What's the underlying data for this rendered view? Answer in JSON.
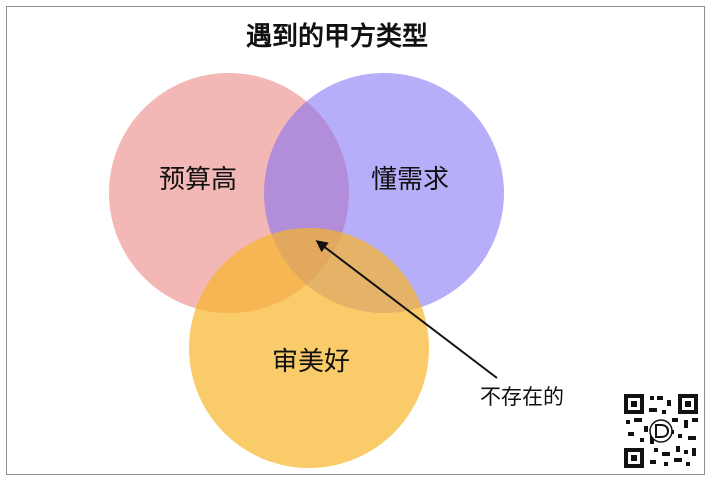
{
  "title": "遇到的甲方类型",
  "sets": [
    {
      "label": "预算高",
      "color": "#ea7c78"
    },
    {
      "label": "懂需求",
      "color": "#7b6cf6"
    },
    {
      "label": "审美好",
      "color": "#f6b52a"
    }
  ],
  "annotation": "不存在的",
  "qr_code": "qr-code-icon"
}
